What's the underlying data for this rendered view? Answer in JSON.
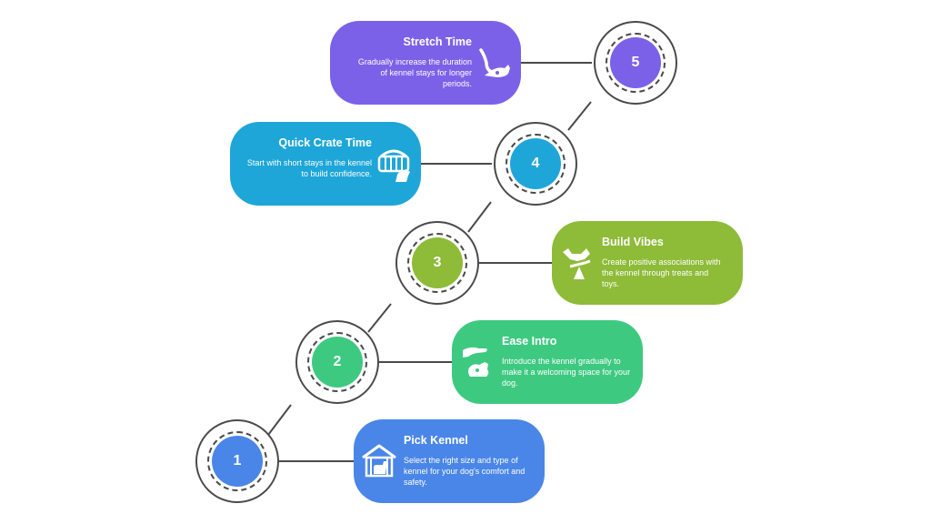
{
  "colors": {
    "step1": "#4a86e8",
    "step2": "#3ec981",
    "step3": "#8ebb38",
    "step4": "#1fa6d8",
    "step5": "#7b61e8",
    "line": "#4a4a4a"
  },
  "steps": [
    {
      "number": "1",
      "title": "Pick Kennel",
      "description": "Select the right size and type of kennel for your dog's comfort and safety.",
      "icon": "kennel-icon"
    },
    {
      "number": "2",
      "title": "Ease Intro",
      "description": "Introduce the kennel gradually to make it a welcoming space for your dog.",
      "icon": "hand-dog-icon"
    },
    {
      "number": "3",
      "title": "Build Vibes",
      "description": "Create positive associations with the kennel through treats and toys.",
      "icon": "playing-dog-icon"
    },
    {
      "number": "4",
      "title": "Quick Crate Time",
      "description": "Start with short stays in the kennel to build confidence.",
      "icon": "crate-dog-icon"
    },
    {
      "number": "5",
      "title": "Stretch Time",
      "description": "Gradually increase the duration of kennel stays for longer periods.",
      "icon": "stretching-dog-icon"
    }
  ]
}
